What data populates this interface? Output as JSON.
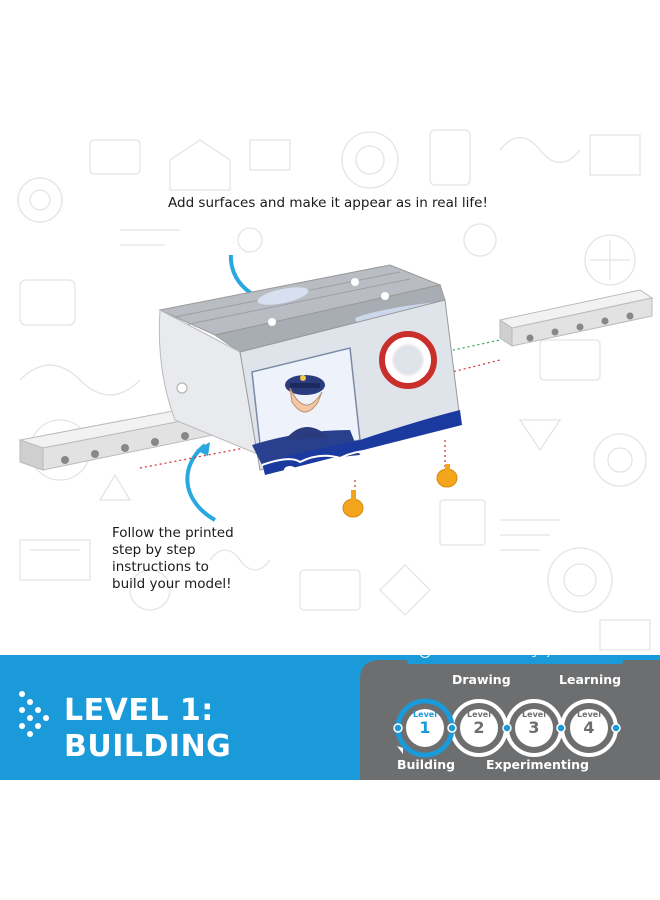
{
  "captions": {
    "top": "Add surfaces and make it appear as in real life!",
    "bottom": "Follow the printed step by step instructions to build your model!"
  },
  "banner": {
    "title_line1": "LEVEL 1:",
    "title_line2": "BUILDING"
  },
  "learning_system": {
    "tag_bold": "Multi-level",
    "tag_rest": " Learning System™",
    "levels": [
      {
        "word": "Level",
        "number": "1"
      },
      {
        "word": "Level",
        "number": "2"
      },
      {
        "word": "Level",
        "number": "3"
      },
      {
        "word": "Level",
        "number": "4"
      }
    ],
    "labels": {
      "building": "Building",
      "drawing": "Drawing",
      "experimenting": "Experimenting",
      "learning": "Learning"
    }
  },
  "colors": {
    "banner_blue": "#1a9ad9",
    "panel_gray": "#6d6e70",
    "active_level": "#1a9ad9"
  }
}
